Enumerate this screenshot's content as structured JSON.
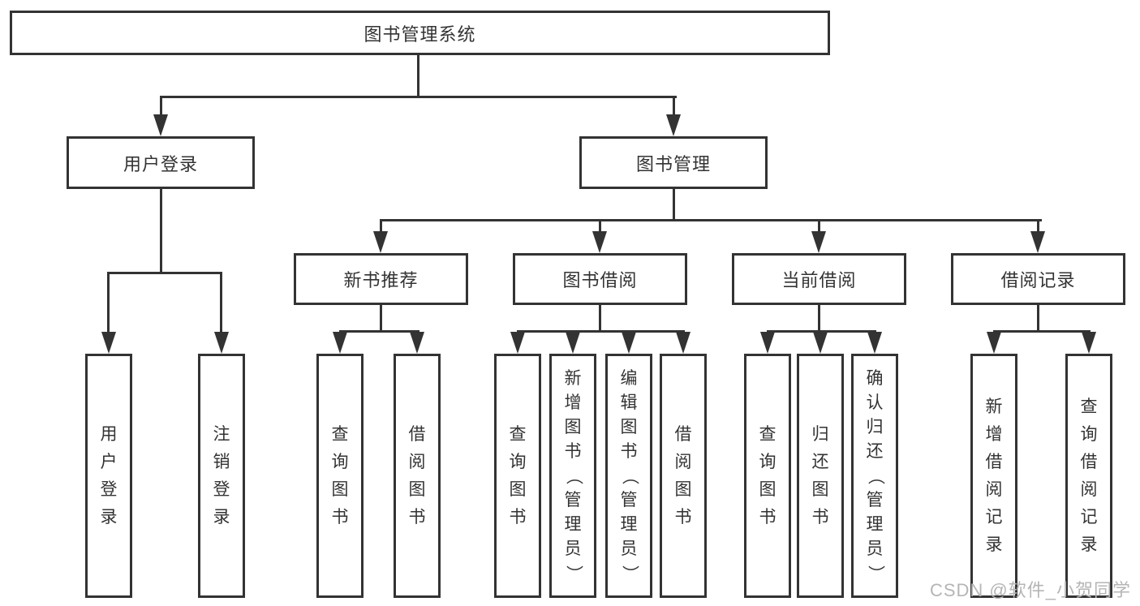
{
  "diagram": {
    "root_label": "图书管理系统",
    "user_branch": {
      "label": "用户登录",
      "children": [
        {
          "label": "用户登录"
        },
        {
          "label": "注销登录"
        }
      ]
    },
    "book_branch": {
      "label": "图书管理",
      "sections": [
        {
          "label": "新书推荐",
          "children": [
            {
              "label": "查询图书"
            },
            {
              "label": "借阅图书"
            }
          ]
        },
        {
          "label": "图书借阅",
          "children": [
            {
              "label": "查询图书"
            },
            {
              "label": "新增图书（管理员）"
            },
            {
              "label": "编辑图书（管理员）"
            },
            {
              "label": "借阅图书"
            }
          ]
        },
        {
          "label": "当前借阅",
          "children": [
            {
              "label": "查询图书"
            },
            {
              "label": "归还图书"
            },
            {
              "label": "确认归还（管理员）"
            }
          ]
        },
        {
          "label": "借阅记录",
          "children": [
            {
              "label": "新增借阅记录"
            },
            {
              "label": "查询借阅记录"
            }
          ]
        }
      ]
    }
  },
  "watermark": {
    "text": "CSDN @软件_小贺同学"
  },
  "colors": {
    "line": "#333333",
    "text": "#333333",
    "watermark": "#b5b5b5",
    "background": "#ffffff"
  }
}
